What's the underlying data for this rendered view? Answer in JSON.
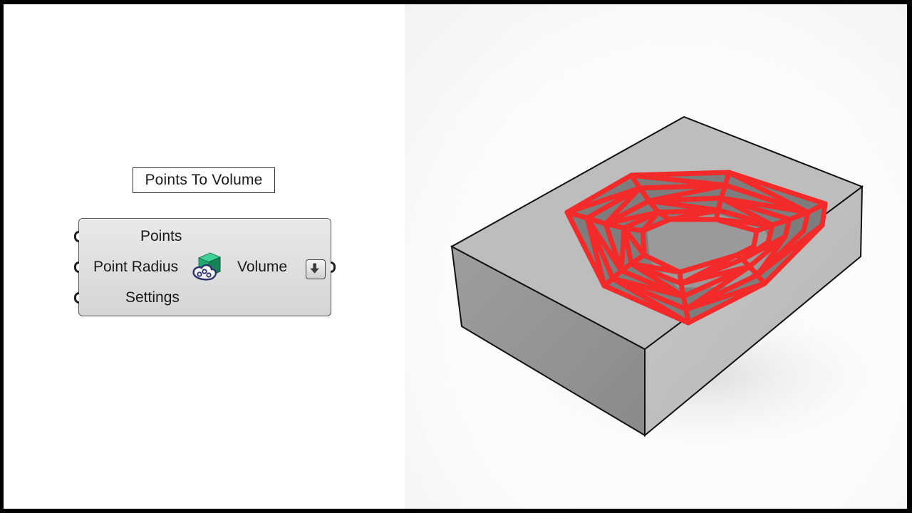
{
  "tooltip": {
    "title": "Points To Volume"
  },
  "component": {
    "inputs": [
      "Points",
      "Point Radius",
      "Settings"
    ],
    "output": "Volume",
    "icon": "points-to-volume-icon",
    "bake_icon": "arrow-down-icon"
  },
  "viewport": {
    "box_color": "#a9a9a9",
    "lattice_color": "#f02a2a"
  }
}
